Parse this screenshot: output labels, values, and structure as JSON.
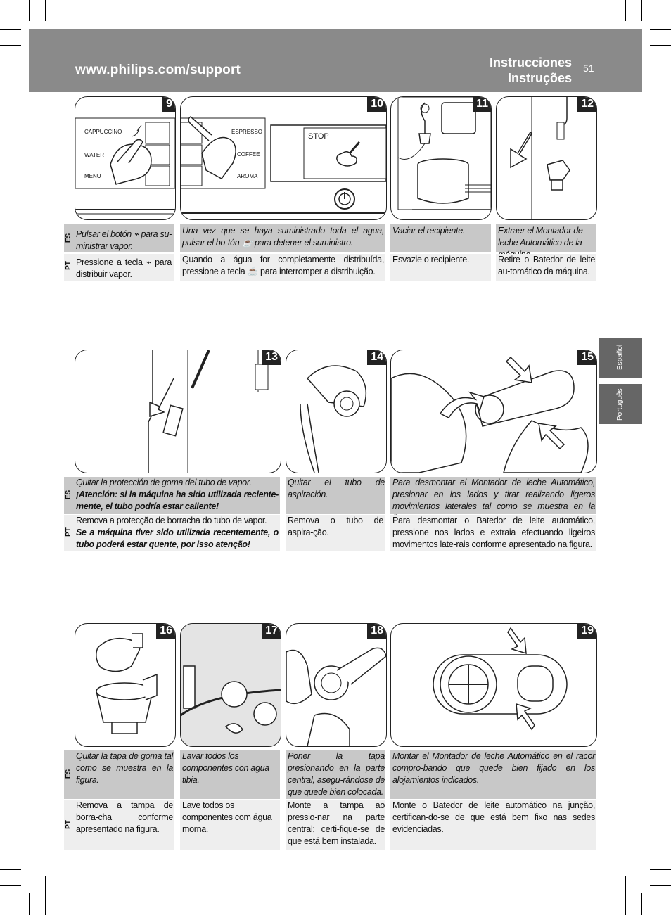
{
  "header": {
    "url": "www.philips.com/support",
    "title_es": "Instrucciones",
    "title_pt": "Instruções",
    "page_number": "51"
  },
  "side_tabs": {
    "es": "Español",
    "pt": "Português"
  },
  "lang_codes": {
    "es": "ES",
    "pt": "PT"
  },
  "panels": {
    "p9": {
      "number": "9",
      "labels": [
        "CAPPUCCINO",
        "WATER",
        "MENU"
      ]
    },
    "p10": {
      "number": "10",
      "labels": [
        "ESPRESSO",
        "COFFEE",
        "AROMA"
      ],
      "screen": "STOP"
    },
    "p11": {
      "number": "11"
    },
    "p12": {
      "number": "12"
    },
    "p13": {
      "number": "13"
    },
    "p14": {
      "number": "14"
    },
    "p15": {
      "number": "15"
    },
    "p16": {
      "number": "16"
    },
    "p17": {
      "number": "17"
    },
    "p18": {
      "number": "18"
    },
    "p19": {
      "number": "19"
    }
  },
  "captions": {
    "c9": {
      "es_a": "Pulsar el botón",
      "es_b": "para su-ministrar vapor.",
      "pt_a": "Pressione a tecla",
      "pt_b": "para distribuir vapor."
    },
    "c10": {
      "es_a": "Una vez que se haya suministrado toda el agua, pulsar el bo-tón",
      "es_b": "para detener el suministro.",
      "pt_a": "Quando a água for completamente distribuída, pressione a tecla",
      "pt_b": "para interromper a distribuição."
    },
    "c11": {
      "es": "Vaciar el recipiente.",
      "pt": "Esvazie o recipiente."
    },
    "c12": {
      "es": "Extraer el Montador de leche Automático de la máquina.",
      "pt": "Retire o Batedor de leite au-tomático da máquina."
    },
    "c13": {
      "es": "Quitar la protección de goma del tubo de vapor.",
      "es_warn": "¡Atención: si la máquina ha sido utilizada reciente-mente, el tubo podría estar caliente!",
      "pt": "Remova a protecção de borracha do tubo de vapor.",
      "pt_warn": "Se a máquina tiver sido utilizada recentemente, o tubo poderá estar quente, por isso atenção!"
    },
    "c14": {
      "es": "Quitar el tubo de aspiración.",
      "pt": "Remova o tubo de aspira-ção."
    },
    "c15": {
      "es": "Para desmontar el Montador de leche Automático, presionar en los lados y tirar realizando ligeros movimientos laterales tal como se muestra en la figura.",
      "pt": "Para desmontar o Batedor de leite automático, pressione nos lados e extraia efectuando ligeiros movimentos late-rais conforme apresentado na figura."
    },
    "c16": {
      "es": "Quitar la tapa de goma tal como se muestra en la figura.",
      "pt": "Remova a tampa de borra-cha conforme apresentado na figura."
    },
    "c17": {
      "es": "Lavar todos los componentes con agua tibia.",
      "pt": "Lave todos os componentes com água morna."
    },
    "c18": {
      "es": "Poner la tapa presionando en la parte central, asegu-rándose de que quede bien colocada.",
      "pt": "Monte a tampa ao pressio-nar na parte central; certi-fique-se de que está bem instalada."
    },
    "c19": {
      "es": "Montar el Montador de leche Automático en el racor compro-bando que quede bien fijado en los alojamientos indicados.",
      "pt": "Monte o Batedor de leite automático na junção, certifican-do-se de que está bem fixo nas sedes evidenciadas."
    }
  }
}
